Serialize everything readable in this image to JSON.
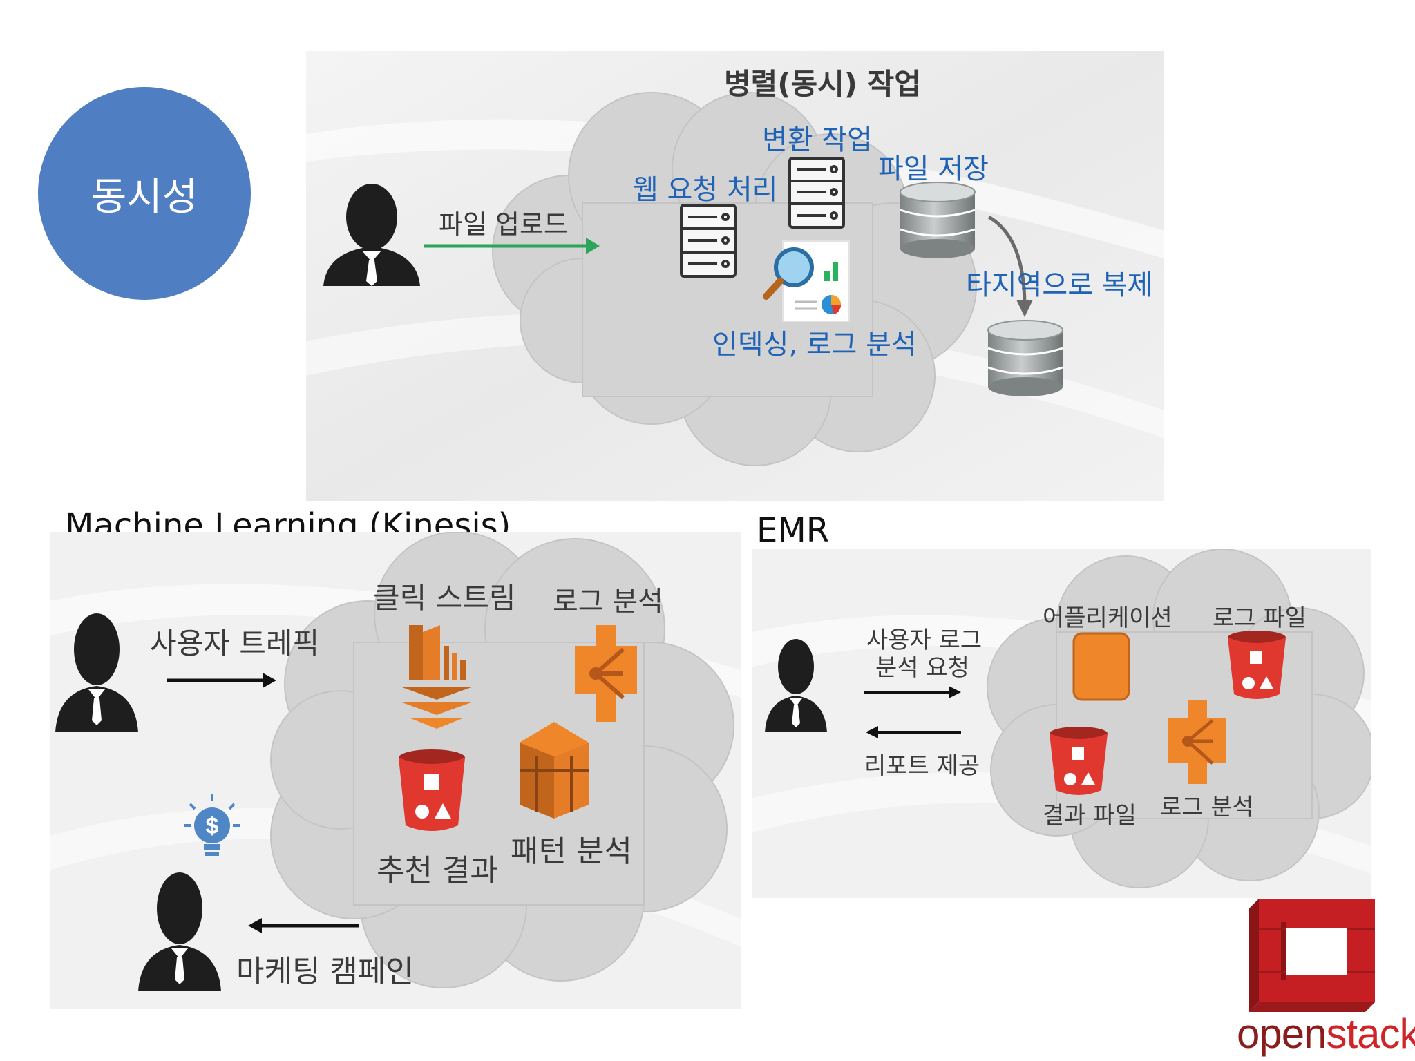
{
  "badge": {
    "label": "동시성"
  },
  "top_panel": {
    "title": "병렬(동시) 작업",
    "upload_label": "파일 업로드",
    "web_label": "웹 요청 처리",
    "transform_label": "변환 작업",
    "storage_label": "파일 저장",
    "replicate_label": "타지역으로 복제",
    "index_label": "인덱싱, 로그 분석"
  },
  "ml_panel": {
    "heading": "Machine Learning (Kinesis)",
    "traffic_label": "사용자 트레픽",
    "clickstream_label": "클릭 스트림",
    "log_analysis_label": "로그 분석",
    "recommend_label": "추천 결과",
    "pattern_label": "패턴 분석",
    "marketing_label": "마케팅 캠페인"
  },
  "emr_panel": {
    "heading": "EMR",
    "request_label_line1": "사용자 로그",
    "request_label_line2": "분석 요청",
    "report_label": "리포트 제공",
    "app_label": "어플리케이션",
    "logfile_label": "로그 파일",
    "result_label": "결과 파일",
    "log_analysis_label": "로그 분석"
  },
  "logo": {
    "text_open": "open",
    "text_stack": "stack",
    "tm": "™"
  },
  "colors": {
    "badge": "#4f7ec2",
    "blue_label": "#1f63b7",
    "arrow_green": "#2aa55a",
    "aws_orange": "#f0862a",
    "aws_red": "#e0372f",
    "openstack_red": "#d02528"
  }
}
